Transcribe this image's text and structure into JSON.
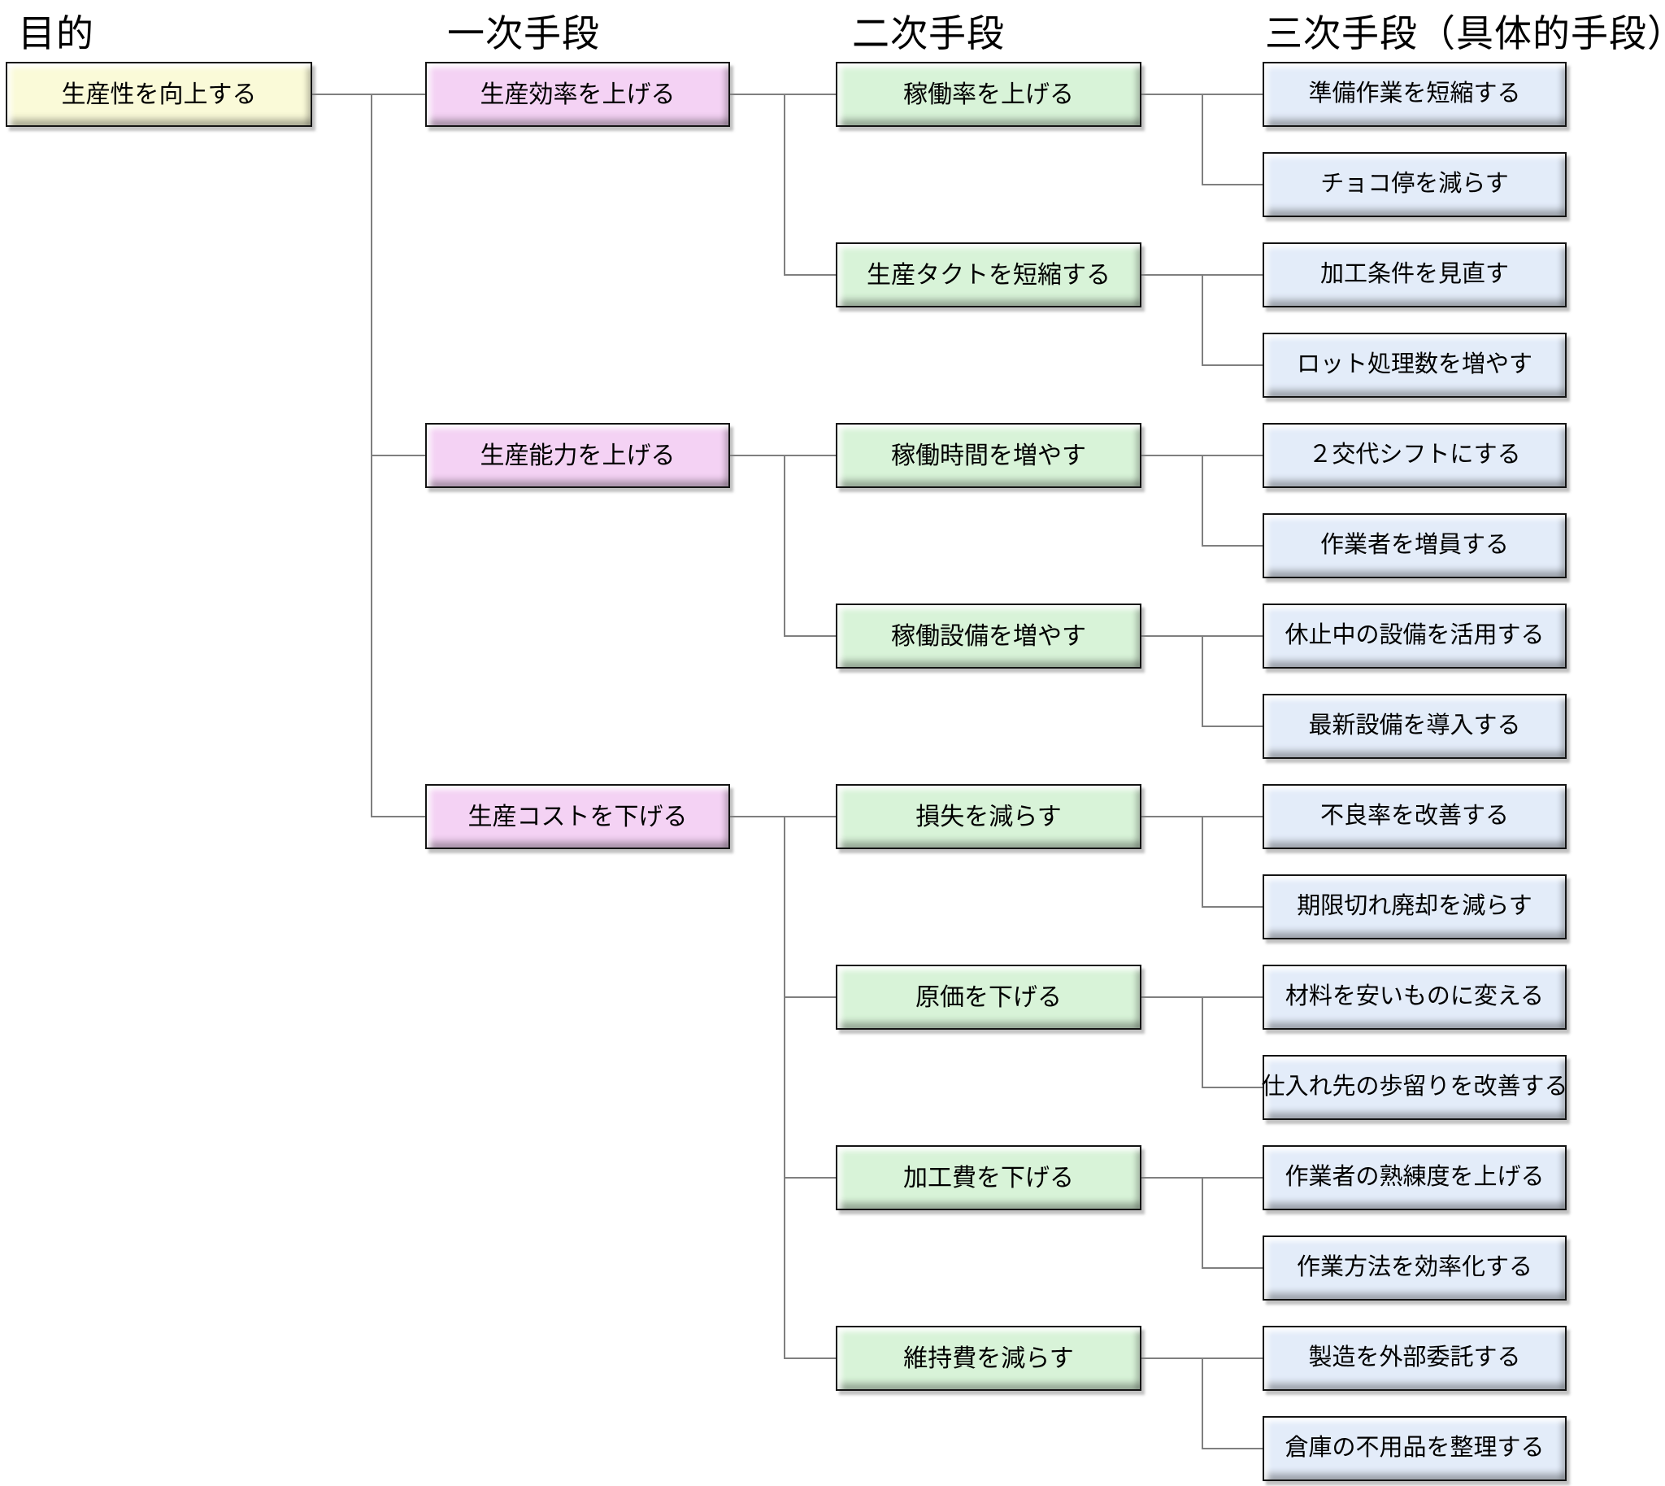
{
  "headers": {
    "goal": "目的",
    "primary": "一次手段",
    "secondary": "二次手段",
    "tertiary": "三次手段（具体的手段）"
  },
  "tree": {
    "goal": {
      "label": "生産性を向上する"
    },
    "primary": [
      {
        "label": "生産効率を上げる",
        "secondary": [
          {
            "label": "稼働率を上げる",
            "tertiary": [
              "準備作業を短縮する",
              "チョコ停を減らす"
            ]
          },
          {
            "label": "生産タクトを短縮する",
            "tertiary": [
              "加工条件を見直す",
              "ロット処理数を増やす"
            ]
          }
        ]
      },
      {
        "label": "生産能力を上げる",
        "secondary": [
          {
            "label": "稼働時間を増やす",
            "tertiary": [
              "２交代シフトにする",
              "作業者を増員する"
            ]
          },
          {
            "label": "稼働設備を増やす",
            "tertiary": [
              "休止中の設備を活用する",
              "最新設備を導入する"
            ]
          }
        ]
      },
      {
        "label": "生産コストを下げる",
        "secondary": [
          {
            "label": "損失を減らす",
            "tertiary": [
              "不良率を改善する",
              "期限切れ廃却を減らす"
            ]
          },
          {
            "label": "原価を下げる",
            "tertiary": [
              "材料を安いものに変える",
              "仕入れ先の歩留りを改善する"
            ]
          },
          {
            "label": "加工費を下げる",
            "tertiary": [
              "作業者の熟練度を上げる",
              "作業方法を効率化する"
            ]
          },
          {
            "label": "維持費を減らす",
            "tertiary": [
              "製造を外部委託する",
              "倉庫の不用品を整理する"
            ]
          }
        ]
      }
    ]
  },
  "colors": {
    "goal_fill": "#FAFAD8",
    "primary_fill": "#F4D2F4",
    "secondary_fill": "#D8F3D8",
    "tertiary_fill": "#E3ECF9",
    "box_border": "#141414",
    "connector": "#7F7F7F",
    "background": "#FFFFFF"
  }
}
